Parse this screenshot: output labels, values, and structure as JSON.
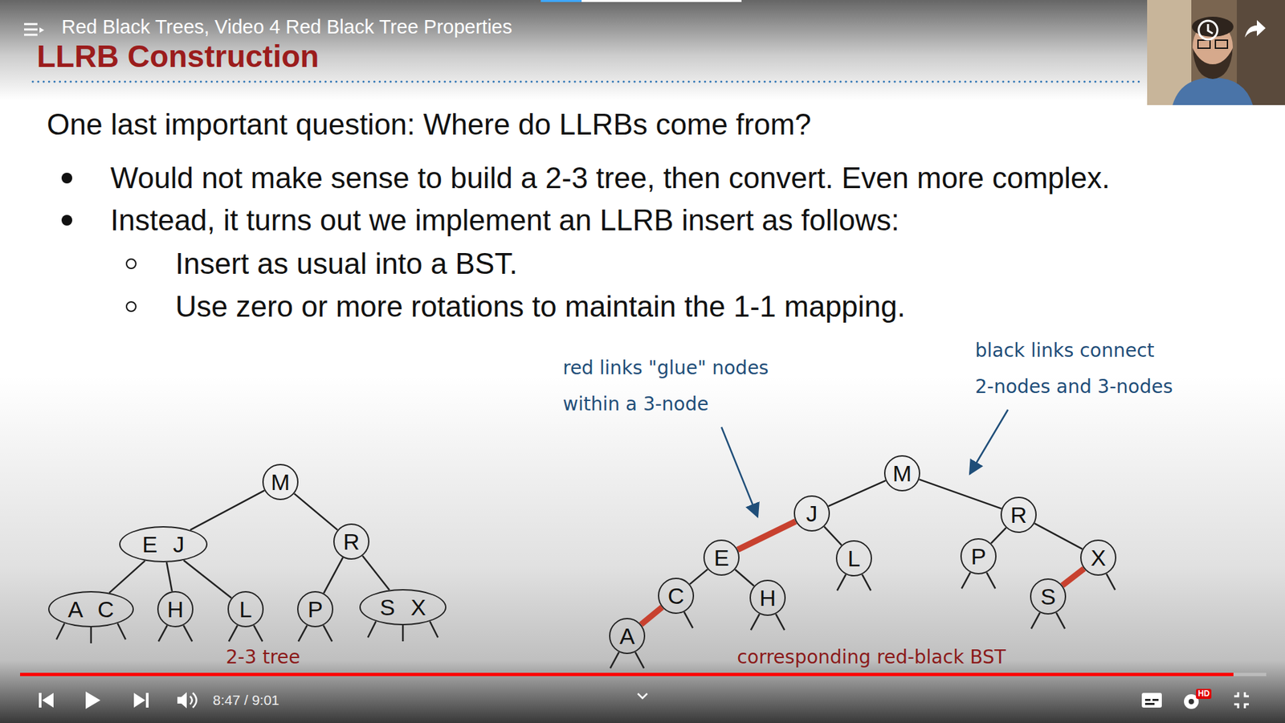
{
  "diagram": {
    "title": "LLRB Construction",
    "nodes": [
      {
        "text": [
          "M"
        ]
      },
      {
        "text": [
          "E J"
        ]
      },
      {
        "text": [
          "R"
        ]
      },
      {
        "text": [
          "A C"
        ]
      },
      {
        "text": [
          "H"
        ]
      },
      {
        "text": [
          "L"
        ]
      },
      {
        "text": [
          "P"
        ]
      },
      {
        "text": [
          "S X"
        ]
      },
      {
        "text": [
          "M"
        ]
      },
      {
        "text": [
          "J"
        ]
      },
      {
        "text": [
          "R"
        ]
      },
      {
        "text": [
          "E"
        ]
      },
      {
        "text": [
          "L"
        ]
      },
      {
        "text": [
          "P"
        ]
      },
      {
        "text": [
          "X"
        ]
      },
      {
        "text": [
          "C"
        ]
      },
      {
        "text": [
          "H"
        ]
      },
      {
        "text": [
          "S"
        ]
      },
      {
        "text": [
          "A"
        ]
      }
    ],
    "edges": [
      {
        "from": 0,
        "to": 1,
        "arrow": "none"
      },
      {
        "from": 0,
        "to": 2,
        "arrow": "none"
      },
      {
        "from": 1,
        "to": 3,
        "arrow": "none"
      },
      {
        "from": 1,
        "to": 4,
        "arrow": "none"
      },
      {
        "from": 1,
        "to": 5,
        "arrow": "none"
      },
      {
        "from": 2,
        "to": 6,
        "arrow": "none"
      },
      {
        "from": 2,
        "to": 7,
        "arrow": "none"
      },
      {
        "from": 8,
        "to": 9,
        "arrow": "none"
      },
      {
        "from": 8,
        "to": 10,
        "arrow": "none"
      },
      {
        "from": 9,
        "to": 11,
        "arrow": "none"
      },
      {
        "from": 9,
        "to": 12,
        "arrow": "none"
      },
      {
        "from": 10,
        "to": 13,
        "arrow": "none"
      },
      {
        "from": 10,
        "to": 14,
        "arrow": "none"
      },
      {
        "from": 11,
        "to": 15,
        "arrow": "none"
      },
      {
        "from": 11,
        "to": 16,
        "arrow": "none"
      },
      {
        "from": 15,
        "to": 18,
        "arrow": "none"
      },
      {
        "from": 14,
        "to": 17,
        "arrow": "none"
      }
    ],
    "labels": [
      "Red Black Trees, Video 4 Red Black Tree Properties",
      "One last important question: Where do LLRBs come from?",
      "Would not make sense to build a 2-3 tree, then convert. Even more complex.",
      "Instead, it turns out we implement an LLRB insert as follows:",
      "Insert as usual into a BST.",
      "Use zero or more rotations to maintain the 1-1 mapping.",
      "red links \"glue\" nodes within a 3-node",
      "black links connect 2-nodes and 3-nodes",
      "2-3 tree",
      "corresponding red-black BST",
      "8:47 / 9:01",
      "HD"
    ]
  }
}
